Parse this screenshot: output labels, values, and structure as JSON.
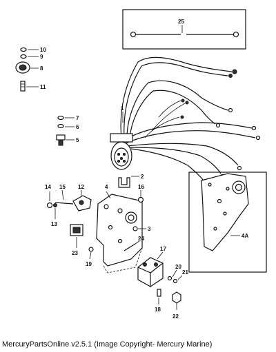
{
  "callouts": {
    "c1": "1",
    "c2": "2",
    "c3": "3",
    "c4": "4",
    "c4a": "4A",
    "c5": "5",
    "c6": "6",
    "c7": "7",
    "c8": "8",
    "c9": "9",
    "c10": "10",
    "c11": "11",
    "c12": "12",
    "c13": "13",
    "c14": "14",
    "c15": "15",
    "c16": "16",
    "c17": "17",
    "c18": "18",
    "c19": "19",
    "c20": "20",
    "c21": "21",
    "c22": "22",
    "c23": "23",
    "c24": "24",
    "c25": "25"
  },
  "caption": "MercuryPartsOnline v2.5.1 (Image Copyright- Mercury Marine)"
}
